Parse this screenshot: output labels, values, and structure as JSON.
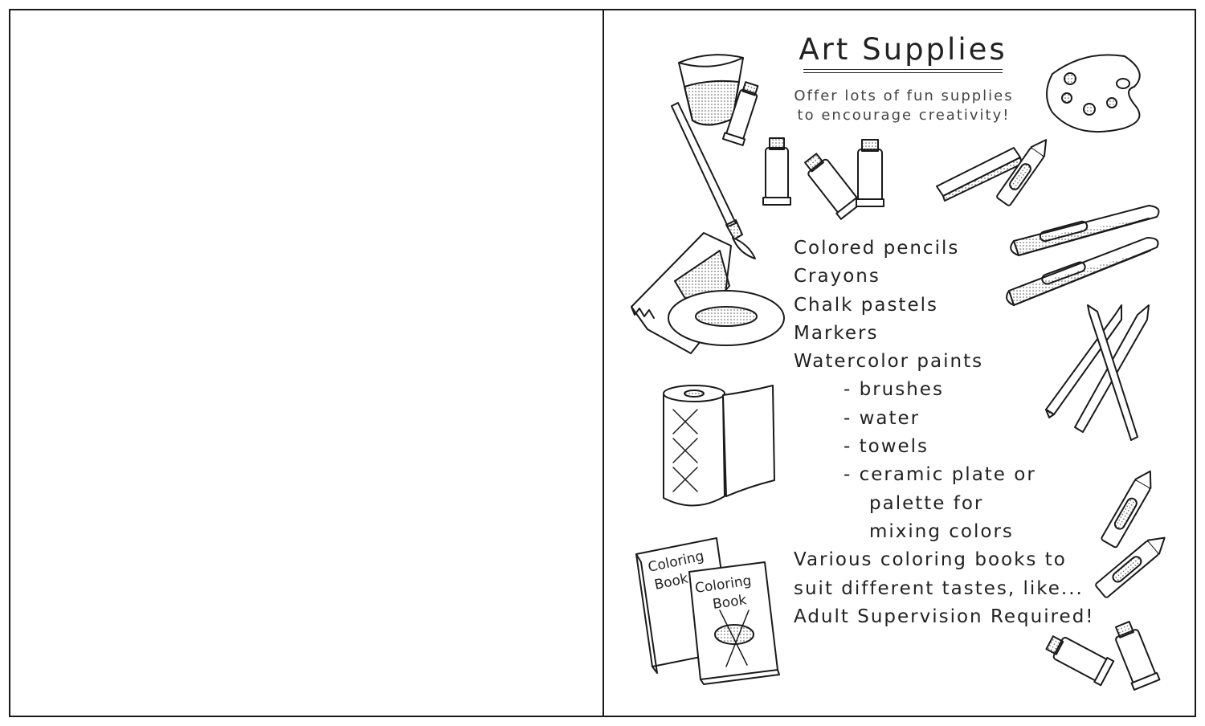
{
  "page": {
    "title": "Art Supplies",
    "subtitle_lines": [
      "Offer lots of fun supplies",
      "to encourage creativity!"
    ]
  },
  "list": [
    {
      "text": "Colored pencils",
      "level": 0
    },
    {
      "text": "Crayons",
      "level": 0
    },
    {
      "text": "Chalk pastels",
      "level": 0
    },
    {
      "text": "Markers",
      "level": 0
    },
    {
      "text": "Watercolor paints",
      "level": 0
    },
    {
      "text": "- brushes",
      "level": 1
    },
    {
      "text": "- water",
      "level": 1
    },
    {
      "text": "- towels",
      "level": 1
    },
    {
      "text": "- ceramic plate or",
      "level": 1
    },
    {
      "text": "palette for",
      "level": 2
    },
    {
      "text": "mixing colors",
      "level": 2
    },
    {
      "text": "Various coloring books to",
      "level": 0
    },
    {
      "text": "suit different tastes, like...",
      "level": 0
    },
    {
      "text": "Adult Supervision Required!",
      "level": 0
    }
  ],
  "books": {
    "back_title": [
      "Coloring",
      "Book"
    ],
    "front_title": [
      "Coloring",
      "Book"
    ]
  },
  "icons": [
    "water-cup-icon",
    "paint-tube-icon",
    "paintbrush-icon",
    "palette-icon",
    "chalk-pastel-icon",
    "crayon-icon",
    "marker-icon",
    "colored-pencil-icon",
    "cloth-towel-icon",
    "ceramic-plate-icon",
    "paper-towel-roll-icon",
    "coloring-book-icon"
  ],
  "colors": {
    "ink": "#222222",
    "border": "#1a1a1a",
    "paper": "#ffffff"
  }
}
